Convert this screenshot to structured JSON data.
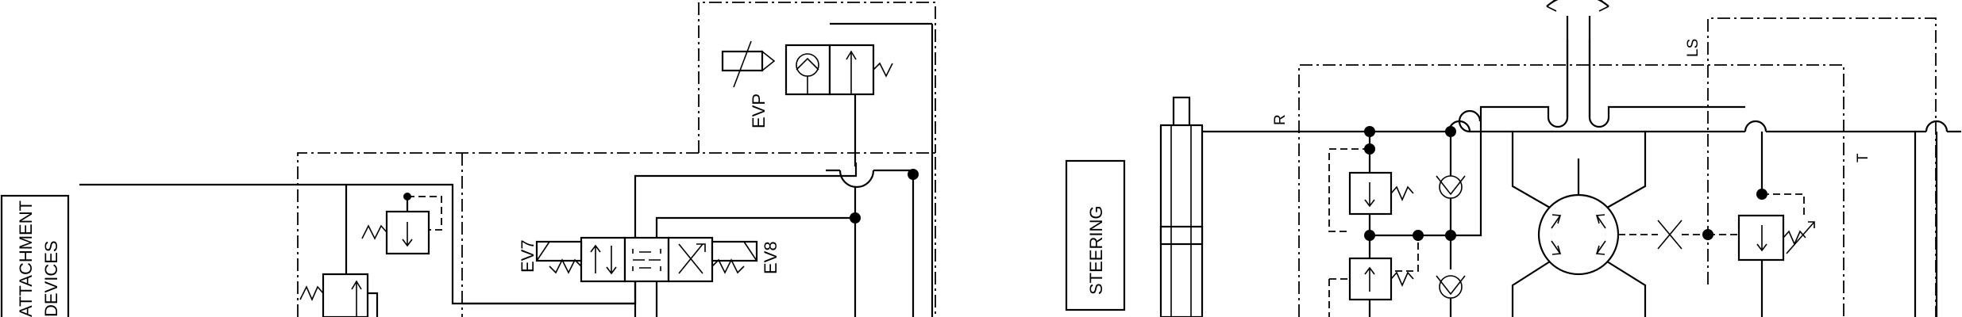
{
  "labels": {
    "attachment_line1": "ATTACHMENT",
    "attachment_line2": "DEVICES",
    "ev7": "EV7",
    "ev8": "EV8",
    "evp": "EVP",
    "steering": "STEERING",
    "r": "R",
    "ls": "LS",
    "t": "T"
  },
  "colors": {
    "line": "#000000",
    "background": "#ffffff"
  }
}
